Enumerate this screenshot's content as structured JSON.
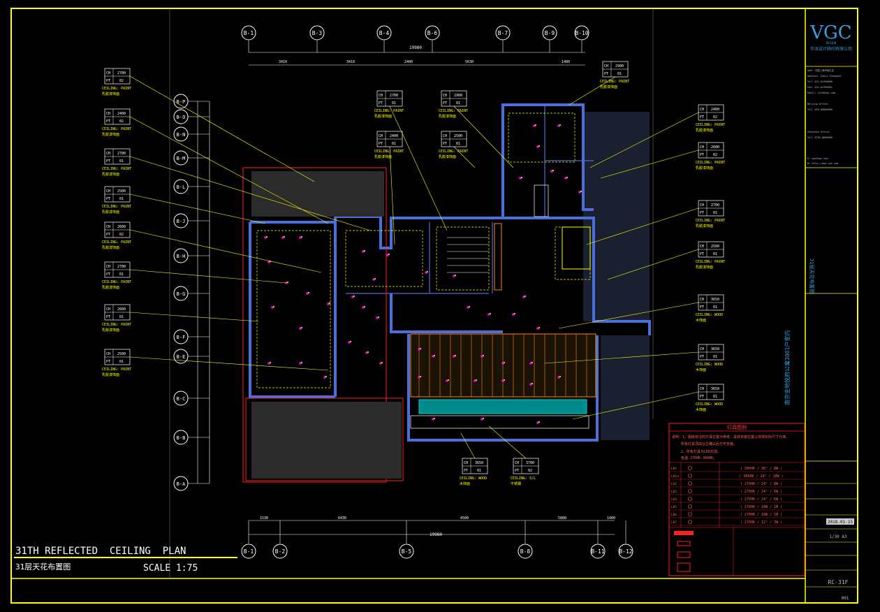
{
  "drawing": {
    "title_en": "31TH REFLECTED  CEILING  PLAN",
    "title_cn": "31层天花布置图",
    "scale": "SCALE 1:75"
  },
  "grid_top": [
    "B-1",
    "B-3",
    "B-4",
    "B-6",
    "B-7",
    "B-9",
    "B-10"
  ],
  "grid_bottom": [
    "B-1",
    "B-2",
    "B-5",
    "B-8",
    "B-11",
    "B-12"
  ],
  "grid_left": [
    "B-P",
    "B-O",
    "B-N",
    "B-M",
    "B-L",
    "B-J",
    "B-H",
    "B-G",
    "B-F",
    "B-E",
    "B-C",
    "B-B",
    "B-A"
  ],
  "dims": {
    "top_total": "19980",
    "top_parts": [
      "3410",
      "3410",
      "2400",
      "5630",
      "1480"
    ],
    "bottom_total": "19980",
    "bottom_parts": [
      "1530",
      "6430",
      "4500",
      "5800",
      "1400"
    ]
  },
  "tags_left": [
    {
      "ch": "2700",
      "pt": "02",
      "note1": "CEILING: PAINT",
      "note2": "乳胶漆饰面"
    },
    {
      "ch": "2400",
      "pt": "02",
      "note1": "CEILING: PAINT",
      "note2": "乳胶漆饰面"
    },
    {
      "ch": "2700",
      "pt": "01",
      "note1": "CEILING: PAINT",
      "note2": "乳胶漆饰面"
    },
    {
      "ch": "2500",
      "pt": "01",
      "note1": "CEILING: PAINT",
      "note2": "乳胶漆饰面"
    },
    {
      "ch": "2600",
      "pt": "02",
      "note1": "CEILING: PAINT",
      "note2": "乳胶漆饰面"
    },
    {
      "ch": "2700",
      "pt": "01",
      "note1": "CEILING: PAINT",
      "note2": "乳胶漆饰面"
    },
    {
      "ch": "2600",
      "pt": "01",
      "note1": "CEILING: PAINT",
      "note2": "乳胶漆饰面"
    },
    {
      "ch": "2500",
      "pt": "01",
      "note1": "CEILING: PAINT",
      "note2": "乳胶漆饰面"
    }
  ],
  "tags_right": [
    {
      "ch": "2400",
      "pt": "02",
      "note1": "CEILING: PAINT",
      "note2": "乳胶漆饰面"
    },
    {
      "ch": "2600",
      "pt": "02",
      "note1": "CEILING: PAINT",
      "note2": "乳胶漆饰面"
    },
    {
      "ch": "2700",
      "pt": "01",
      "note1": "CEILING: PAINT",
      "note2": "乳胶漆饰面"
    },
    {
      "ch": "2500",
      "pt": "01",
      "note1": "CEILING: PAINT",
      "note2": "乳胶漆饰面"
    },
    {
      "ch": "3650",
      "pt": "01",
      "note1": "CEILING: WOOD",
      "note2": "木饰面"
    },
    {
      "ch": "3650",
      "pt": "01",
      "note1": "CEILING: WOOD",
      "note2": "木饰面"
    },
    {
      "ch": "3650",
      "pt": "01",
      "note1": "CEILING: WOOD",
      "note2": "木饰面"
    }
  ],
  "tags_top": [
    {
      "ch": "2900",
      "pt": "01",
      "note1": "CEILING: PAINT",
      "note2": "乳胶漆饰面"
    },
    {
      "ch": "2700",
      "pt": "01",
      "note1": "CEILING: PAINT",
      "note2": "乳胶漆饰面"
    },
    {
      "ch": "2900",
      "pt": "01",
      "note1": "CEILING: PAINT",
      "note2": "乳胶漆饰面"
    },
    {
      "ch": "2400",
      "pt": "01",
      "note1": "CEILING: PAINT",
      "note2": "乳胶漆饰面"
    },
    {
      "ch": "2500",
      "pt": "01",
      "note1": "CEILING: PAINT",
      "note2": "乳胶漆饰面"
    }
  ],
  "tags_bottom": [
    {
      "ch": "3650",
      "pt": "01",
      "note1": "CEILING: WOOD",
      "note2": "木饰面"
    },
    {
      "ch": "3700",
      "pt": "02",
      "note1": "CEILING: S/L",
      "note2": "不锈钢"
    }
  ],
  "legend": {
    "title": "灯具图例",
    "rows": [
      "( 3000K / 36° / 8W )",
      "( 3000K / 24° / 10W )",
      "( 2700K / 24° / 8W )",
      "( 2700K / 24° / 6W )",
      "( 2700K / 24° / 6W )",
      "( 2700K / 10W / 1M )",
      "( 2700K / 10W / 1M )",
      "( 2700K / 12° / 3W )"
    ],
    "codes": [
      "L01",
      "L01a",
      "L02",
      "L03",
      "L04",
      "L05",
      "L06",
      "L07"
    ]
  },
  "title_block": {
    "logo": "VGC",
    "logo_sub": "DESIGN",
    "company": "华派设计顾问有限公司",
    "project_vertical": "31层天花布置图",
    "project_name": "南京金地悦府公寓3001户室内",
    "date": "2018-01-15",
    "scale": "1/30 A3",
    "drawing_no": "RC-31F",
    "sheet": "001"
  },
  "colors": {
    "background": "#000000",
    "frame": "#ffff00",
    "walls": "#3a5fcd",
    "grid_bubble": "#ffffff",
    "tag_text": "#ffff00",
    "legend_red": "#ff0000",
    "teal": "#008b8b",
    "orange": "#ff8c00",
    "magenta": "#ff00ff"
  }
}
